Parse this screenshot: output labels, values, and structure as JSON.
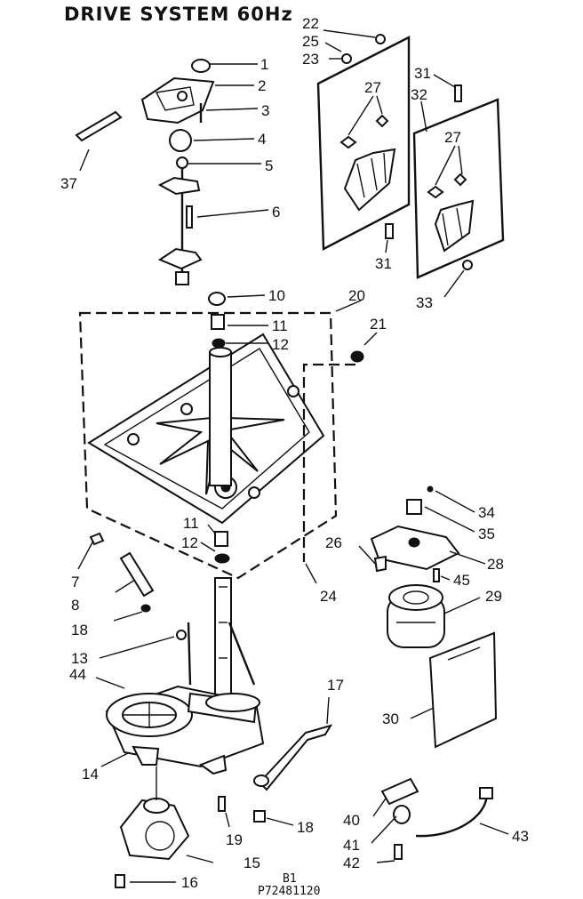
{
  "title": "DRIVE SYSTEM 60Hz",
  "footer": {
    "line1": "B1",
    "line2": "P72481120"
  },
  "callouts": [
    "1",
    "2",
    "3",
    "4",
    "5",
    "6",
    "37",
    "22",
    "25",
    "23",
    "27",
    "31",
    "32",
    "27",
    "31",
    "33",
    "10",
    "20",
    "11",
    "12",
    "21",
    "11",
    "12",
    "24",
    "7",
    "8",
    "18",
    "13",
    "44",
    "14",
    "16",
    "15",
    "19",
    "18",
    "17",
    "26",
    "34",
    "35",
    "28",
    "45",
    "29",
    "30",
    "40",
    "41",
    "42",
    "43"
  ]
}
